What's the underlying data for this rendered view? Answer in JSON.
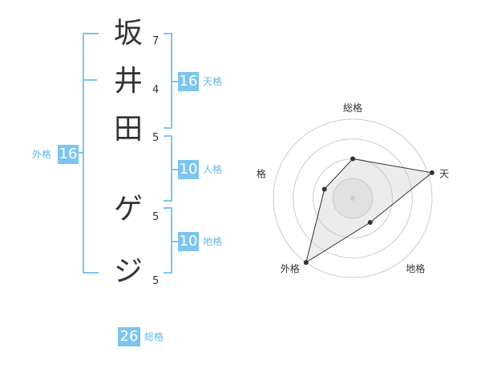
{
  "name": {
    "chars": [
      {
        "char": "坂",
        "strokes": "7"
      },
      {
        "char": "井",
        "strokes": "4"
      },
      {
        "char": "田",
        "strokes": "5"
      },
      {
        "char": "ゲ",
        "strokes": "5"
      },
      {
        "char": "ジ",
        "strokes": "5"
      }
    ]
  },
  "fortune": {
    "tenkaku": {
      "label": "天格",
      "value": "16"
    },
    "jinkaku": {
      "label": "人格",
      "value": "10"
    },
    "chikaku": {
      "label": "地格",
      "value": "10"
    },
    "gaikaku": {
      "label": "外格",
      "value": "16"
    },
    "soukaku": {
      "label": "総格",
      "value": "26"
    }
  },
  "colors": {
    "accent": "#7cc5ee",
    "accent_text": "#63b9e8"
  },
  "chart_data": {
    "type": "radar",
    "axes": [
      "総格",
      "天格",
      "地格",
      "外格",
      "人格"
    ],
    "values": [
      2,
      4.2,
      1.5,
      4,
      1.5
    ],
    "range": [
      0,
      4
    ],
    "rings": 4,
    "grid": true
  }
}
